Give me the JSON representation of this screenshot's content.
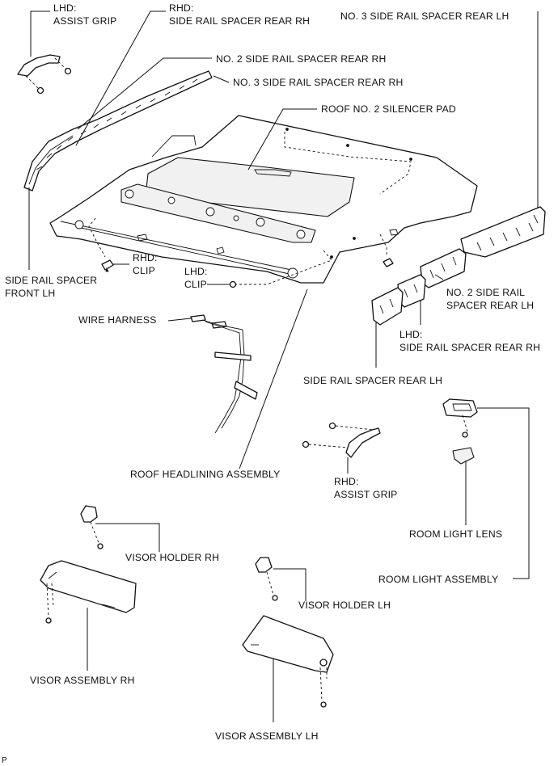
{
  "figure": {
    "footer_code": "P"
  },
  "labels": {
    "lhd_assist_grip_1": "LHD:",
    "lhd_assist_grip_2": "ASSIST GRIP",
    "rhd_side_rail_rear_rh_1": "RHD:",
    "rhd_side_rail_rear_rh_2": "SIDE RAIL SPACER REAR RH",
    "no3_spacer_rear_lh": "NO. 3 SIDE RAIL SPACER REAR LH",
    "no2_spacer_rear_rh": "NO. 2 SIDE RAIL SPACER REAR RH",
    "no3_spacer_rear_rh": "NO. 3 SIDE RAIL SPACER REAR RH",
    "roof_no2_silencer_pad": "ROOF NO. 2 SILENCER PAD",
    "side_rail_front_lh_1": "SIDE RAIL SPACER",
    "side_rail_front_lh_2": "FRONT LH",
    "rhd_clip_1": "RHD:",
    "rhd_clip_2": "CLIP",
    "lhd_clip_1": "LHD:",
    "lhd_clip_2": "CLIP",
    "no2_spacer_rear_lh_1": "NO. 2 SIDE RAIL",
    "no2_spacer_rear_lh_2": "SPACER REAR LH",
    "wire_harness": "WIRE HARNESS",
    "lhd_side_rail_rear_rh_1": "LHD:",
    "lhd_side_rail_rear_rh_2": "SIDE RAIL SPACER REAR RH",
    "side_rail_rear_lh": "SIDE RAIL SPACER REAR LH",
    "roof_headlining_assembly": "ROOF HEADLINING ASSEMBLY",
    "rhd_assist_grip_1": "RHD:",
    "rhd_assist_grip_2": "ASSIST GRIP",
    "room_light_lens": "ROOM LIGHT LENS",
    "visor_holder_rh": "VISOR HOLDER RH",
    "room_light_assembly": "ROOM LIGHT ASSEMBLY",
    "visor_holder_lh": "VISOR HOLDER LH",
    "visor_assembly_rh": "VISOR ASSEMBLY RH",
    "visor_assembly_lh": "VISOR ASSEMBLY LH"
  }
}
